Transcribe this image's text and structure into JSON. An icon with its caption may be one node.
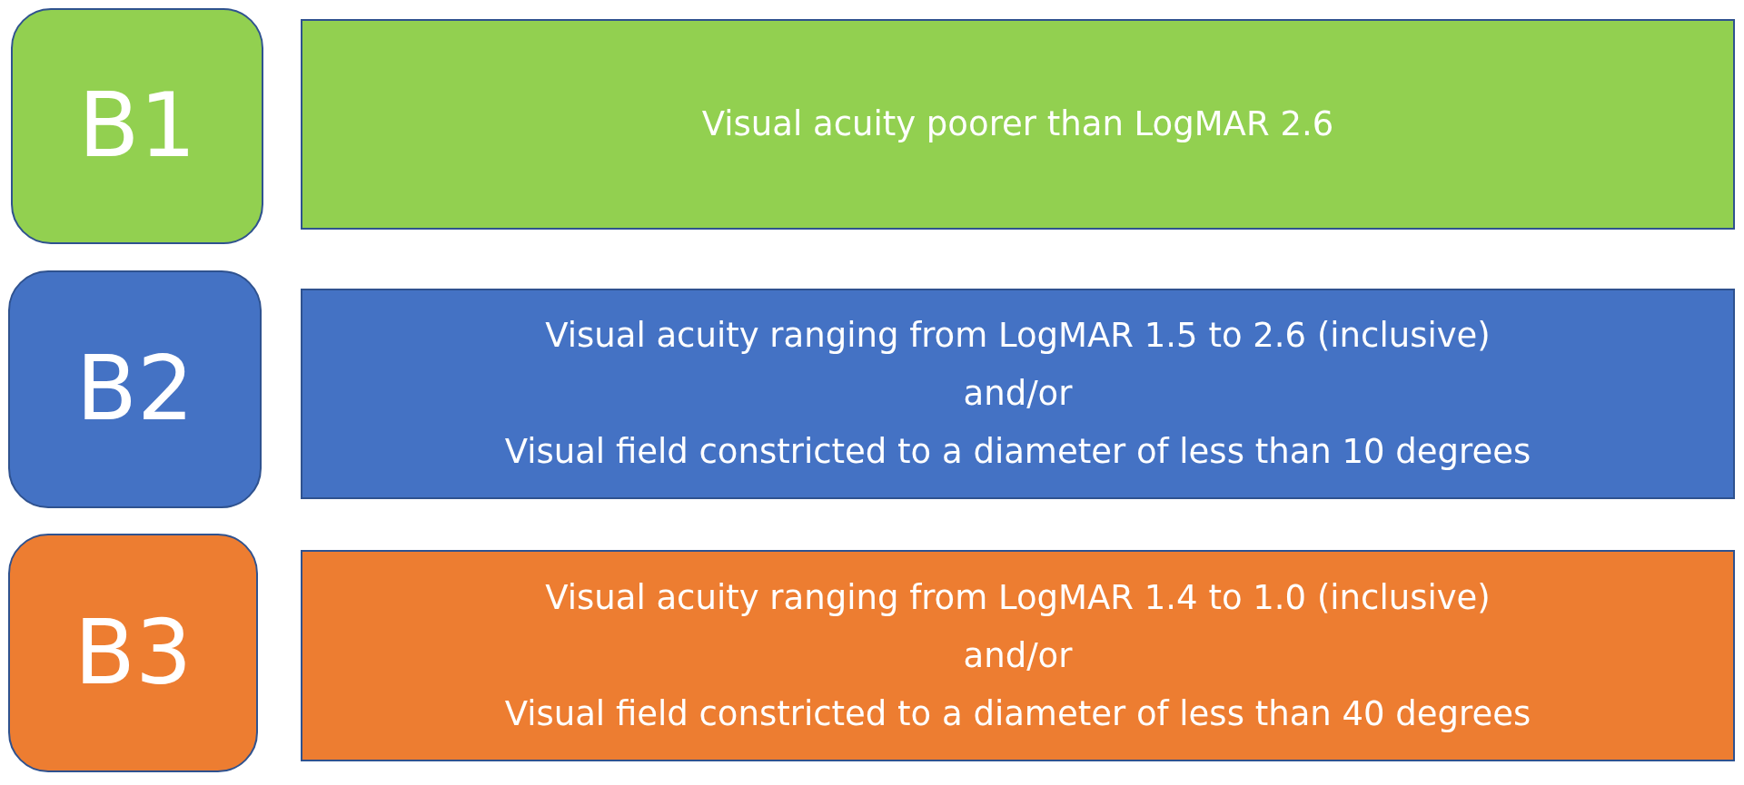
{
  "diagram": {
    "nodes": [
      {
        "text": [
          "B1"
        ]
      },
      {
        "text": [
          "Visual acuity poorer than LogMAR 2.6"
        ]
      },
      {
        "text": [
          "B2"
        ]
      },
      {
        "text": [
          "Visual acuity ranging from LogMAR 1.5 to 2.6 (inclusive)",
          "and/or",
          "Visual field constricted to a diameter of less than 10 degrees"
        ]
      },
      {
        "text": [
          "B3"
        ]
      },
      {
        "text": [
          "Visual acuity ranging from LogMAR 1.4 to 1.0 (inclusive)",
          "and/or",
          "Visual field constricted to a diameter of less than 40 degrees"
        ]
      }
    ],
    "edges": []
  }
}
